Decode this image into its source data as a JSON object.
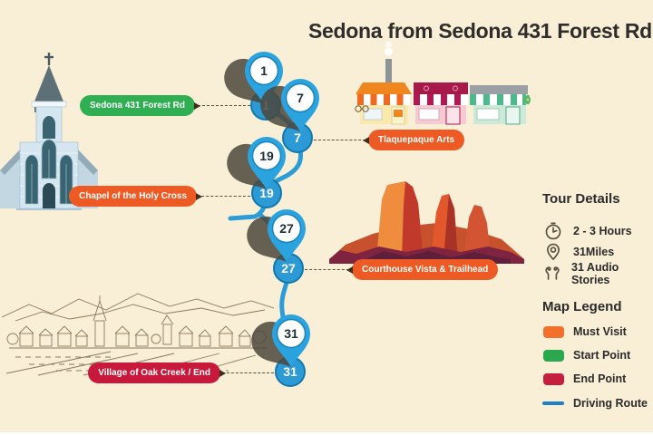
{
  "title": "Sedona from Sedona 431 Forest Rd",
  "map": {
    "stops": [
      {
        "number": "1",
        "label": "Sedona 431 Forest Rd",
        "type": "start-point"
      },
      {
        "number": "7",
        "label": "Tlaquepaque Arts",
        "type": "must-visit"
      },
      {
        "number": "19",
        "label": "Chapel of the Holy Cross",
        "type": "must-visit"
      },
      {
        "number": "27",
        "label": "Courthouse Vista & Trailhead",
        "type": "must-visit"
      },
      {
        "number": "31",
        "label": "Village of Oak Creek / End",
        "type": "end-point"
      }
    ],
    "illustrations": [
      "church",
      "storefronts",
      "red-rocks",
      "village-sketch"
    ]
  },
  "tour_details": {
    "heading": "Tour Details",
    "items": [
      {
        "icon": "clock-icon",
        "text": "2 - 3 Hours"
      },
      {
        "icon": "location-pin-icon",
        "text": "31Miles"
      },
      {
        "icon": "earbuds-icon",
        "text": "31 Audio Stories"
      }
    ]
  },
  "map_legend": {
    "heading": "Map Legend",
    "items": [
      {
        "icon": "swatch-rect",
        "color": "#f3702a",
        "text": "Must Visit"
      },
      {
        "icon": "swatch-rect",
        "color": "#2aa84e",
        "text": "Start Point"
      },
      {
        "icon": "swatch-rect",
        "color": "#c41f3e",
        "text": "End Point"
      },
      {
        "icon": "swatch-line",
        "color": "#1d7fc4",
        "text": "Driving Route"
      }
    ]
  },
  "colors": {
    "background": "#f9efd7",
    "title_text": "#2e2d2b",
    "route_blue": "#2b9cd6",
    "pin_blue": "#2aa3de",
    "start_green": "#2fae52",
    "must_visit_orange": "#ee5a24",
    "end_red": "#c8193c"
  }
}
